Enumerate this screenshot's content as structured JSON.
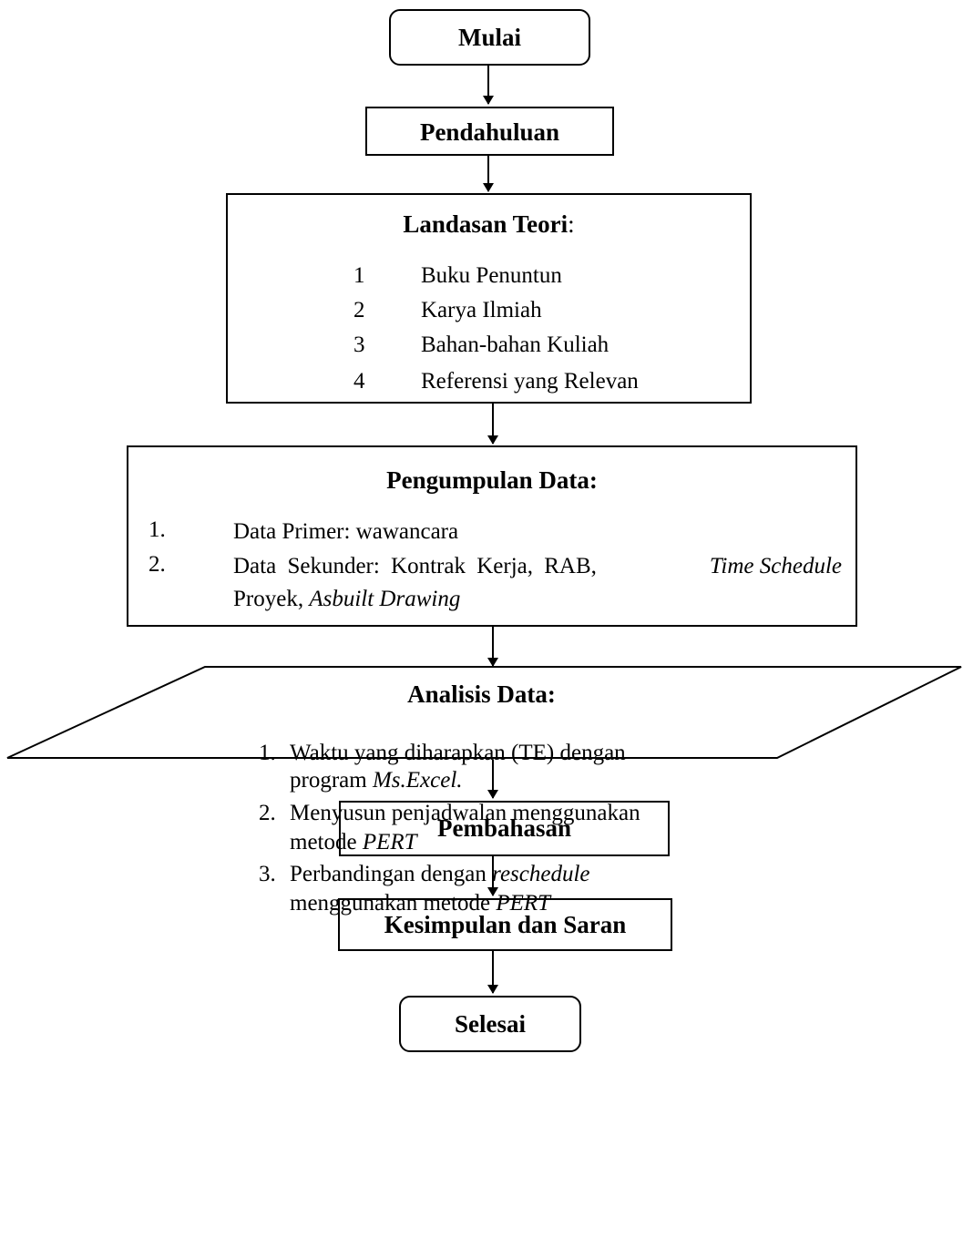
{
  "flow": {
    "start": "Mulai",
    "intro": "Pendahuluan",
    "theory": {
      "title": "Landasan Teori",
      "colon": ":",
      "items": [
        {
          "num": "1",
          "text": "Buku Penuntun"
        },
        {
          "num": "2",
          "text": "Karya Ilmiah"
        },
        {
          "num": "3",
          "text": "Bahan-bahan Kuliah"
        },
        {
          "num": "4",
          "text": "Referensi yang Relevan"
        }
      ]
    },
    "collection": {
      "title": "Pengumpulan Data:",
      "item1_num": "1.",
      "item1_text": "Data Primer: wawancara",
      "item2_num": "2.",
      "item2_line1_a": "Data Sekunder: Kontrak Kerja, RAB,",
      "item2_line1_b": "Time Schedule",
      "item2_line2_a": "Proyek,",
      "item2_line2_b": "Asbuilt Drawing"
    },
    "analysis": {
      "title": "Analisis Data:",
      "i1_num": "1.",
      "i1_l1": "Waktu yang diharapkan (TE) dengan",
      "i1_l2_a": "program",
      "i1_l2_b": "Ms.Excel.",
      "i2_num": "2.",
      "i2_l1": "Menyusun penjadwalan menggunakan",
      "i2_l2_a": "metode",
      "i2_l2_b": "PERT",
      "i3_num": "3.",
      "i3_l1_a": "Perbandingan dengan",
      "i3_l1_b": "reschedule",
      "i3_l2_a": "menggunakan metode",
      "i3_l2_b": "PERT"
    },
    "discussion": "Pembahasan",
    "conclusion": "Kesimpulan dan Saran",
    "end": "Selesai"
  }
}
